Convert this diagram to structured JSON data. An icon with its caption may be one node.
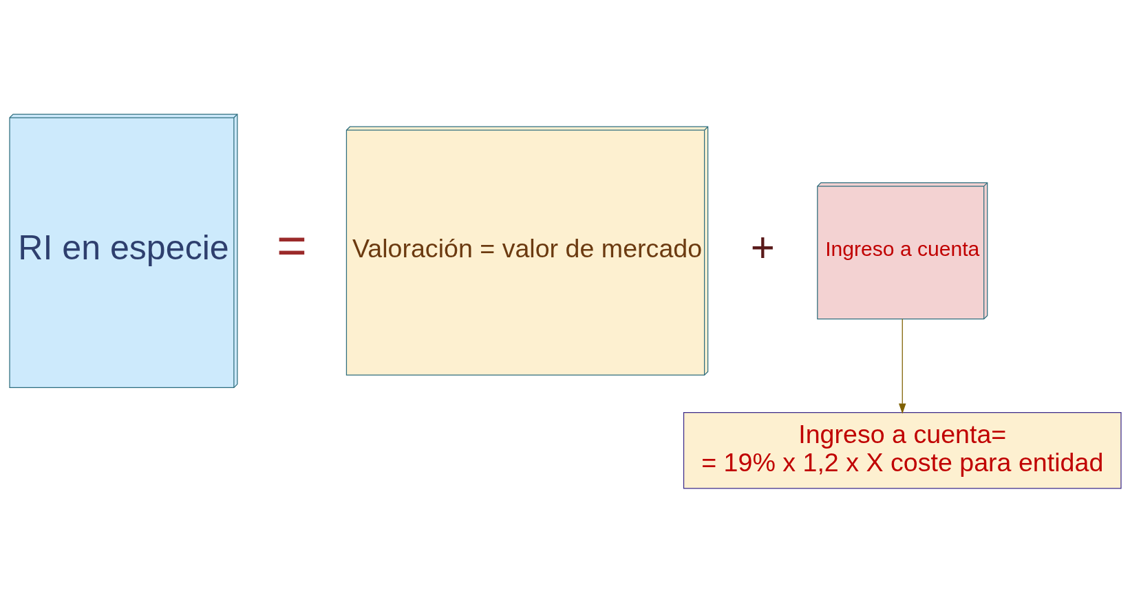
{
  "diagram": {
    "nodes": [
      {
        "text": [
          "RI en especie"
        ]
      },
      {
        "text": [
          "Valoración = valor de mercado"
        ]
      },
      {
        "text": [
          "Ingreso a cuenta"
        ]
      },
      {
        "text": [
          "Ingreso a cuenta=",
          "= 19% x 1,2 x X coste para entidad"
        ]
      }
    ],
    "edges": [
      {
        "from": 2,
        "to": 3,
        "arrow": "to"
      }
    ],
    "labels": [
      "=",
      "+"
    ]
  }
}
